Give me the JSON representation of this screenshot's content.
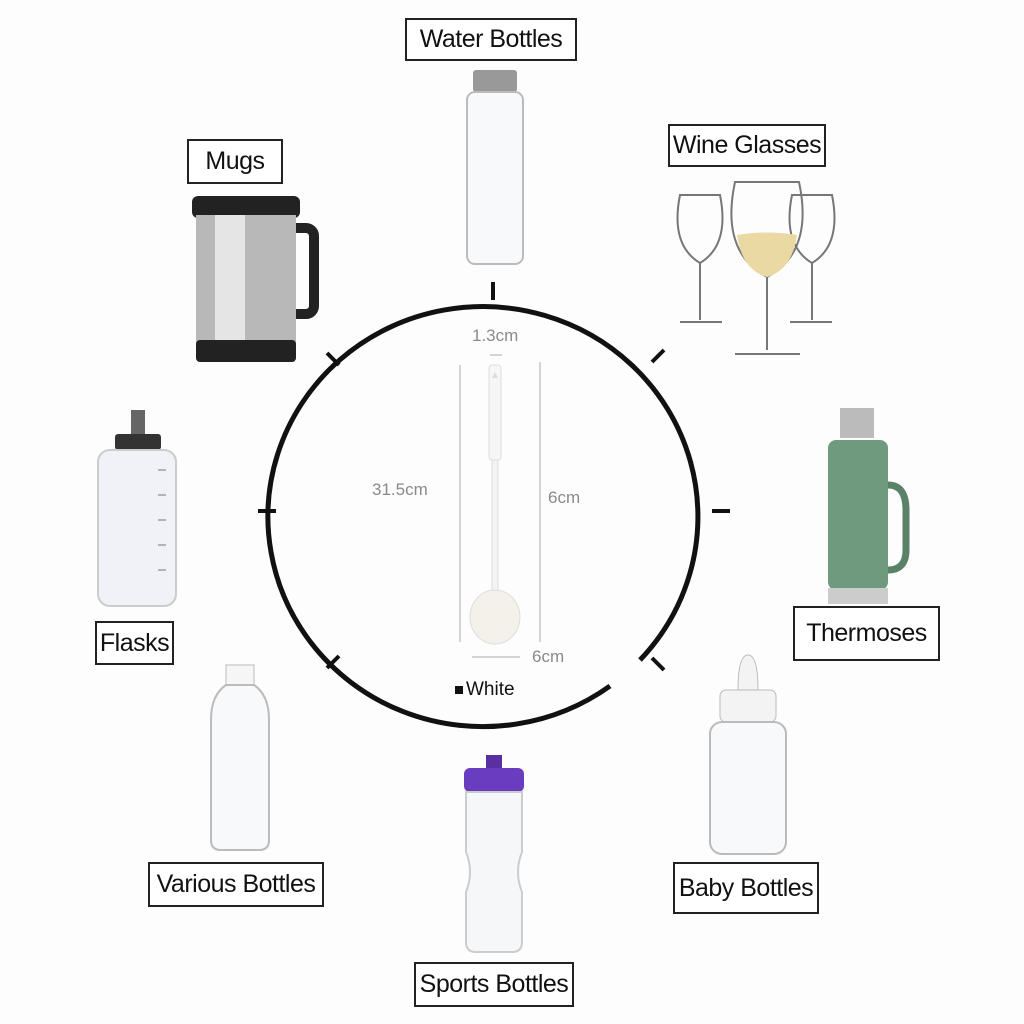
{
  "product": {
    "dimensions": {
      "width_top": "1.3cm",
      "length": "31.5cm",
      "head_length": "6cm",
      "head_width": "6cm"
    },
    "color_option": "White"
  },
  "uses": [
    {
      "label": "Water Bottles",
      "icon": "glass-water-bottle"
    },
    {
      "label": "Wine Glasses",
      "icon": "wine-glasses"
    },
    {
      "label": "Thermoses",
      "icon": "thermos"
    },
    {
      "label": "Baby Bottles",
      "icon": "baby-bottle"
    },
    {
      "label": "Sports Bottles",
      "icon": "sports-bottle"
    },
    {
      "label": "Various Bottles",
      "icon": "plastic-bottle"
    },
    {
      "label": "Flasks",
      "icon": "flask"
    },
    {
      "label": "Mugs",
      "icon": "travel-mug"
    }
  ]
}
